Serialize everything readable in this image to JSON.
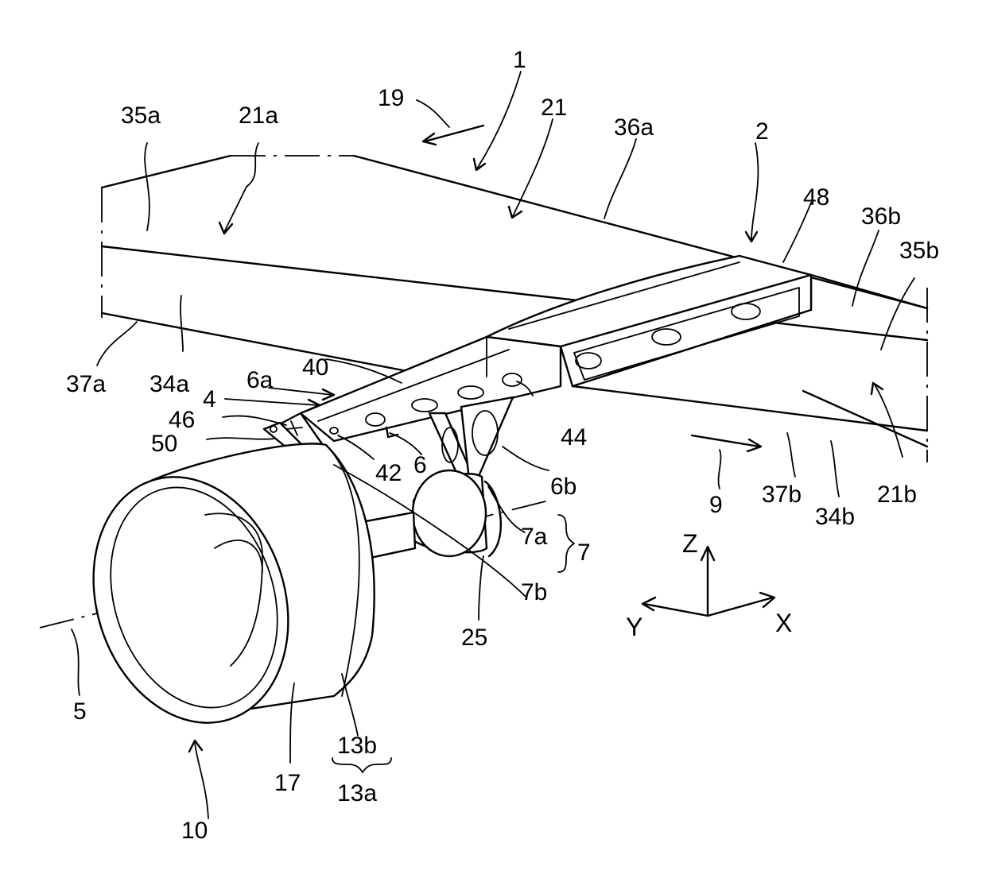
{
  "figure": {
    "labels": {
      "l1": "1",
      "l2": "2",
      "l4": "4",
      "l5": "5",
      "l6": "6",
      "l6a": "6a",
      "l6b": "6b",
      "l7": "7",
      "l7a": "7a",
      "l7b": "7b",
      "l9": "9",
      "l10": "10",
      "l13a": "13a",
      "l13b": "13b",
      "l17": "17",
      "l19": "19",
      "l21": "21",
      "l21a": "21a",
      "l21b": "21b",
      "l25": "25",
      "l34a": "34a",
      "l34b": "34b",
      "l35a": "35a",
      "l35b": "35b",
      "l36a": "36a",
      "l36b": "36b",
      "l37a": "37a",
      "l37b": "37b",
      "l40": "40",
      "l42": "42",
      "l44": "44",
      "l46": "46",
      "l48": "48",
      "l50": "50"
    },
    "axes": {
      "x": "X",
      "y": "Y",
      "z": "Z"
    }
  }
}
